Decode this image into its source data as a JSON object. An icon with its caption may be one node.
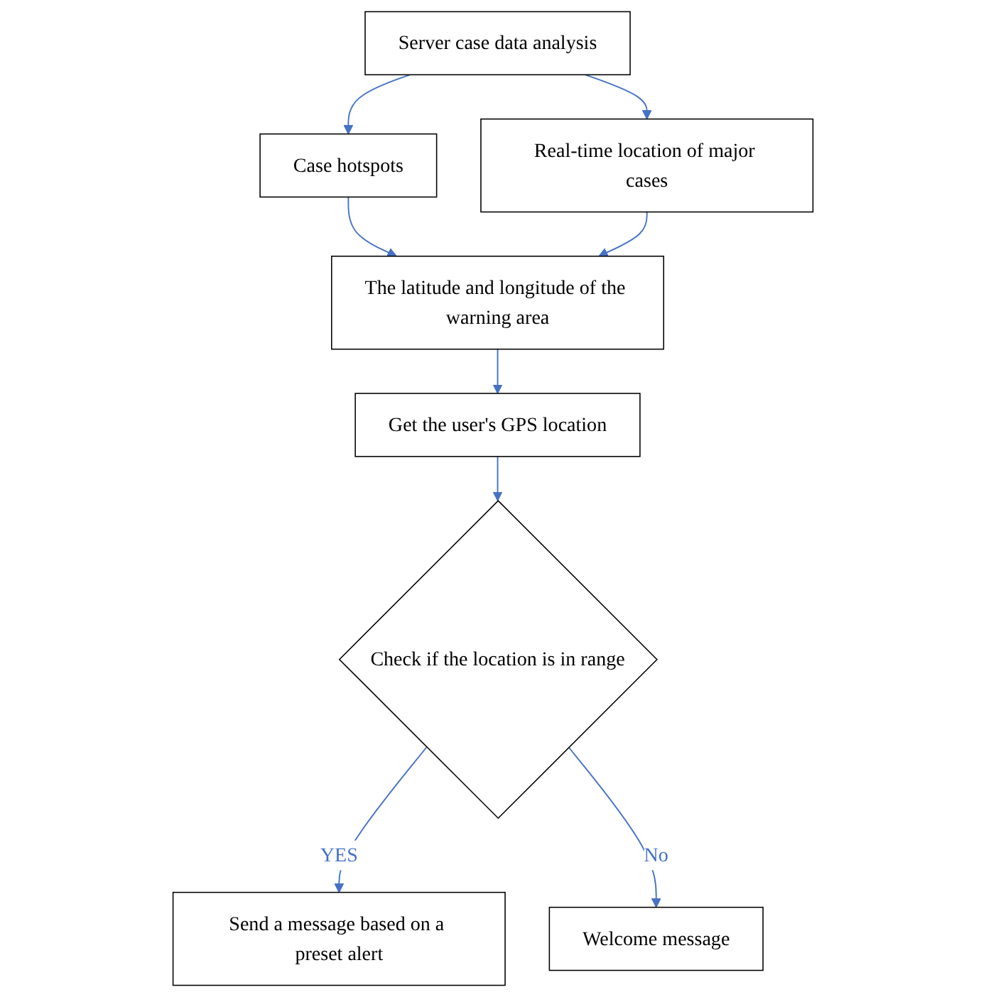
{
  "diagram": {
    "nodes": [
      {
        "text": [
          "Server case data analysis"
        ]
      },
      {
        "text": [
          "Case hotspots"
        ]
      },
      {
        "text": [
          "Real-time location of major cases"
        ]
      },
      {
        "text": [
          "The latitude and longitude of the warning area"
        ]
      },
      {
        "text": [
          "Get the user's GPS location"
        ]
      },
      {
        "text": [
          "Check if the location is in range"
        ]
      },
      {
        "text": [
          "Send a message based on a preset alert"
        ]
      },
      {
        "text": [
          "Welcome message"
        ]
      }
    ],
    "edges": [
      {
        "from": 0,
        "to": 1,
        "arrow": "to"
      },
      {
        "from": 0,
        "to": 2,
        "arrow": "to"
      },
      {
        "from": 1,
        "to": 3,
        "arrow": "to"
      },
      {
        "from": 2,
        "to": 3,
        "arrow": "to"
      },
      {
        "from": 3,
        "to": 4,
        "arrow": "to"
      },
      {
        "from": 4,
        "to": 5,
        "arrow": "to"
      },
      {
        "from": 5,
        "to": 6,
        "label": "YES",
        "arrow": "to"
      },
      {
        "from": 5,
        "to": 7,
        "label": "No",
        "arrow": "to"
      }
    ]
  }
}
